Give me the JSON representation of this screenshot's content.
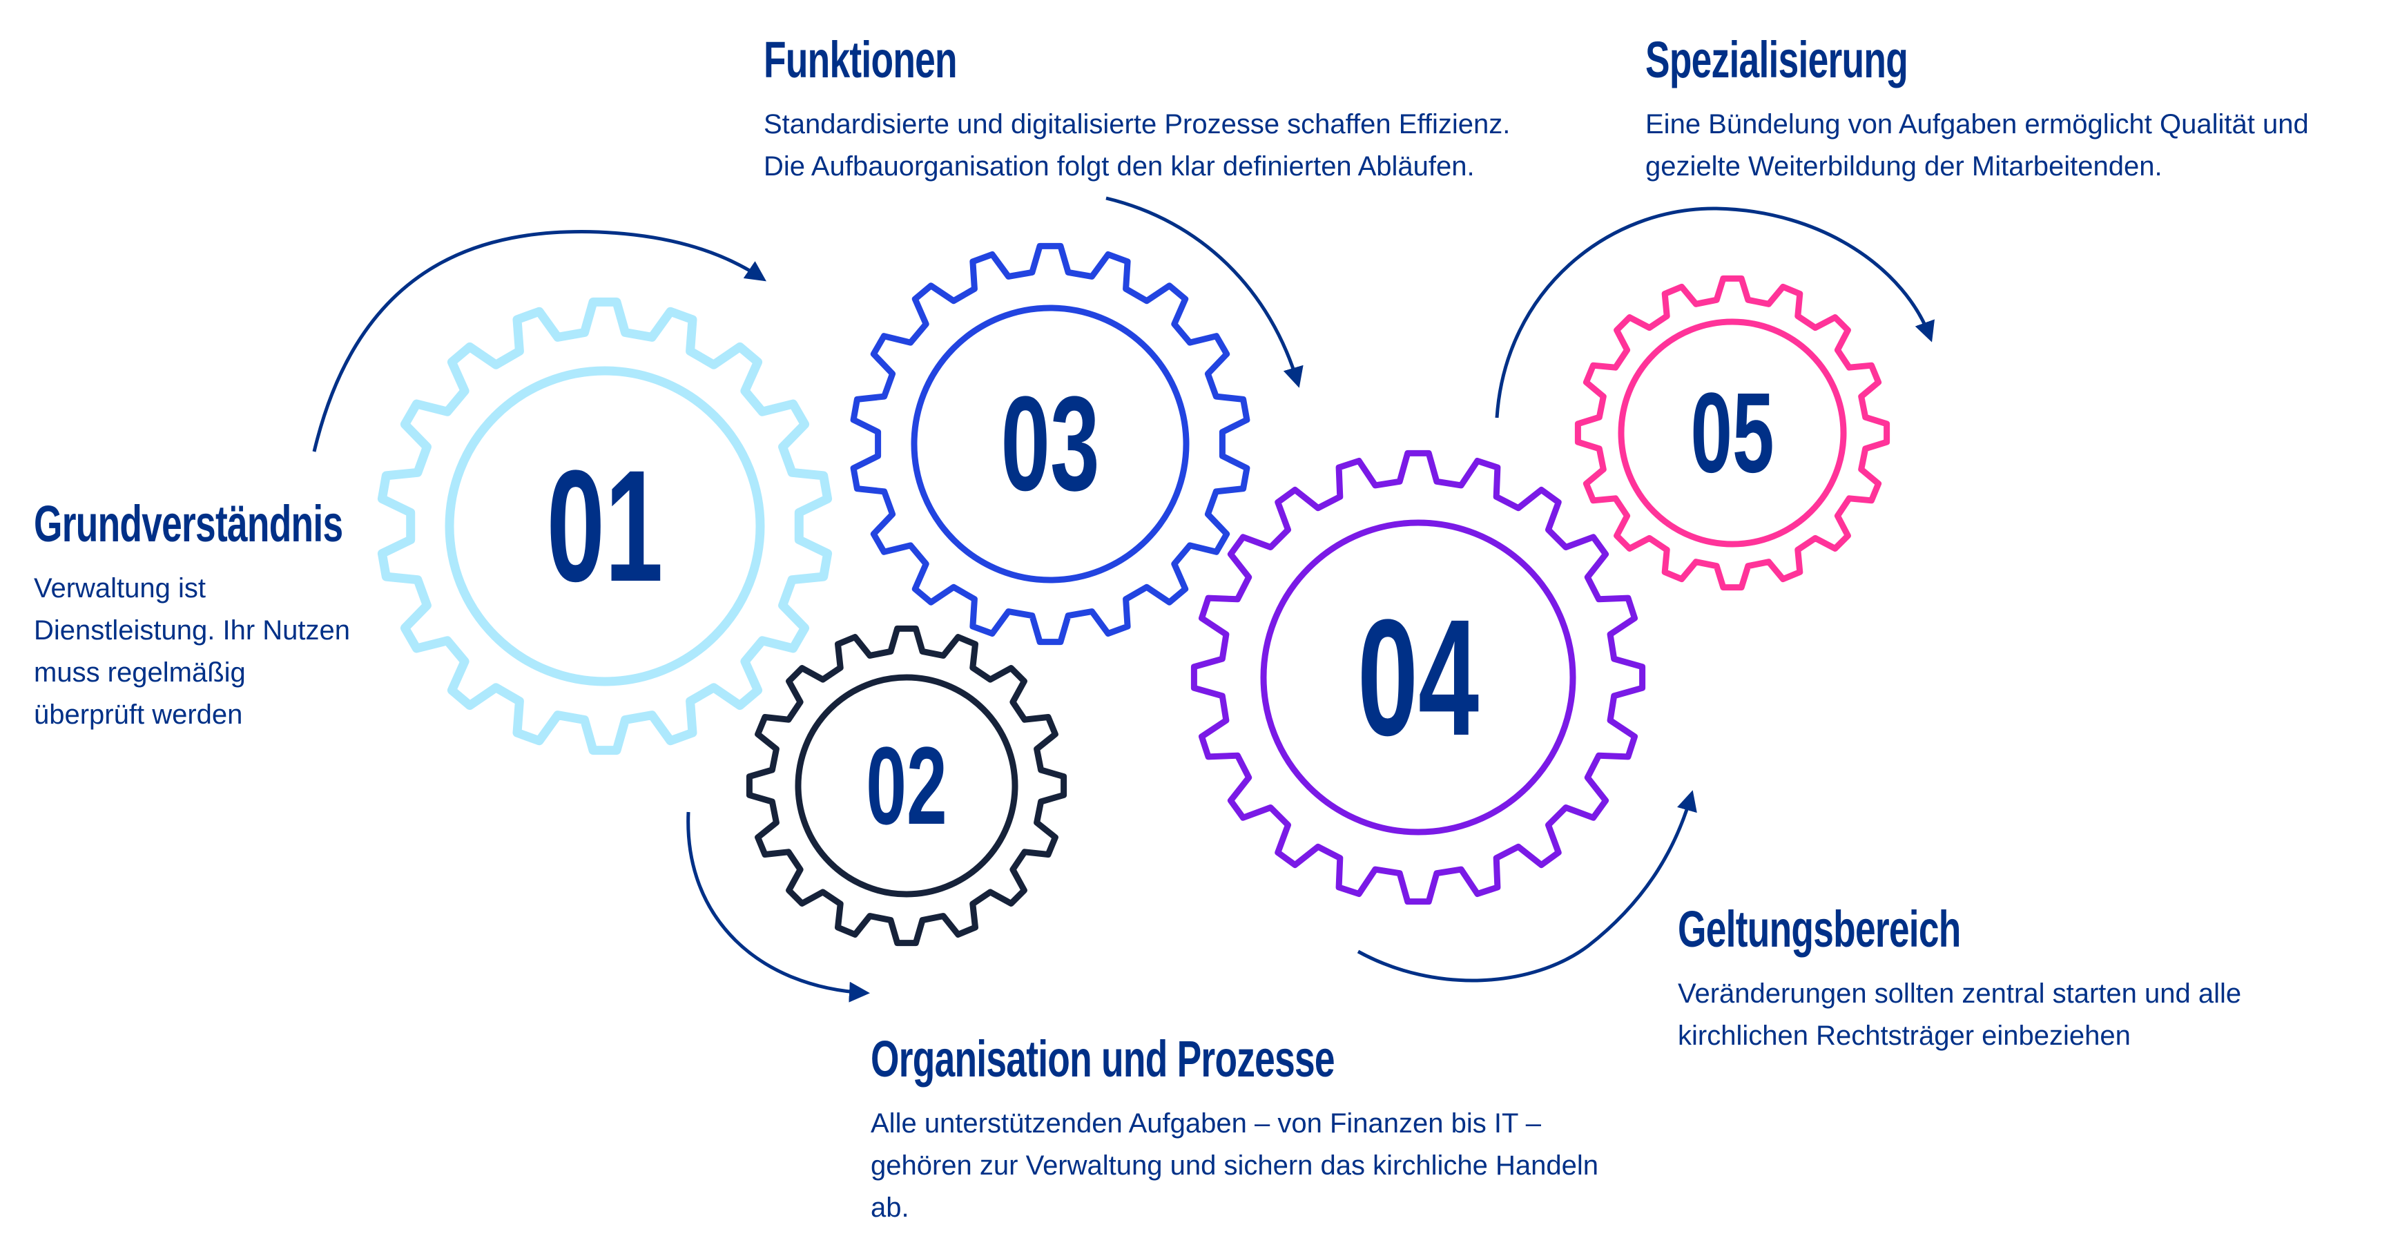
{
  "colors": {
    "text": "#003087",
    "arrow": "#003087",
    "gear1": "#aee9fd",
    "gear2": "#16223a",
    "gear3": "#2244e0",
    "gear4": "#7a1ae6",
    "gear5": "#ff3399"
  },
  "gears": [
    {
      "number": "01",
      "icon": "gear-icon"
    },
    {
      "number": "02",
      "icon": "gear-icon"
    },
    {
      "number": "03",
      "icon": "gear-icon"
    },
    {
      "number": "04",
      "icon": "gear-icon"
    },
    {
      "number": "05",
      "icon": "gear-icon"
    }
  ],
  "sections": {
    "grundverstaendnis": {
      "title": "Grundverständnis",
      "text": "Verwaltung ist Dienstleistung. Ihr Nutzen muss regelmäßig überprüft werden"
    },
    "organisation": {
      "title": "Organisation und Prozesse",
      "text": "Alle unterstützenden Aufgaben – von Finanzen bis IT – gehören zur Verwaltung und sichern das kirchliche Handeln ab."
    },
    "funktionen": {
      "title": "Funktionen",
      "text": "Standardisierte und digitalisierte Prozesse schaffen Effizienz. Die Aufbauorganisation folgt den klar definierten Abläufen."
    },
    "geltungsbereich": {
      "title": "Geltungsbereich",
      "text": "Veränderungen sollten zentral starten und alle kirchlichen Rechtsträger einbeziehen"
    },
    "spezialisierung": {
      "title": "Spezialisierung",
      "text": "Eine Bündelung von Aufgaben ermöglicht Qualität und gezielte Weiterbildung der Mitarbeitenden."
    }
  }
}
